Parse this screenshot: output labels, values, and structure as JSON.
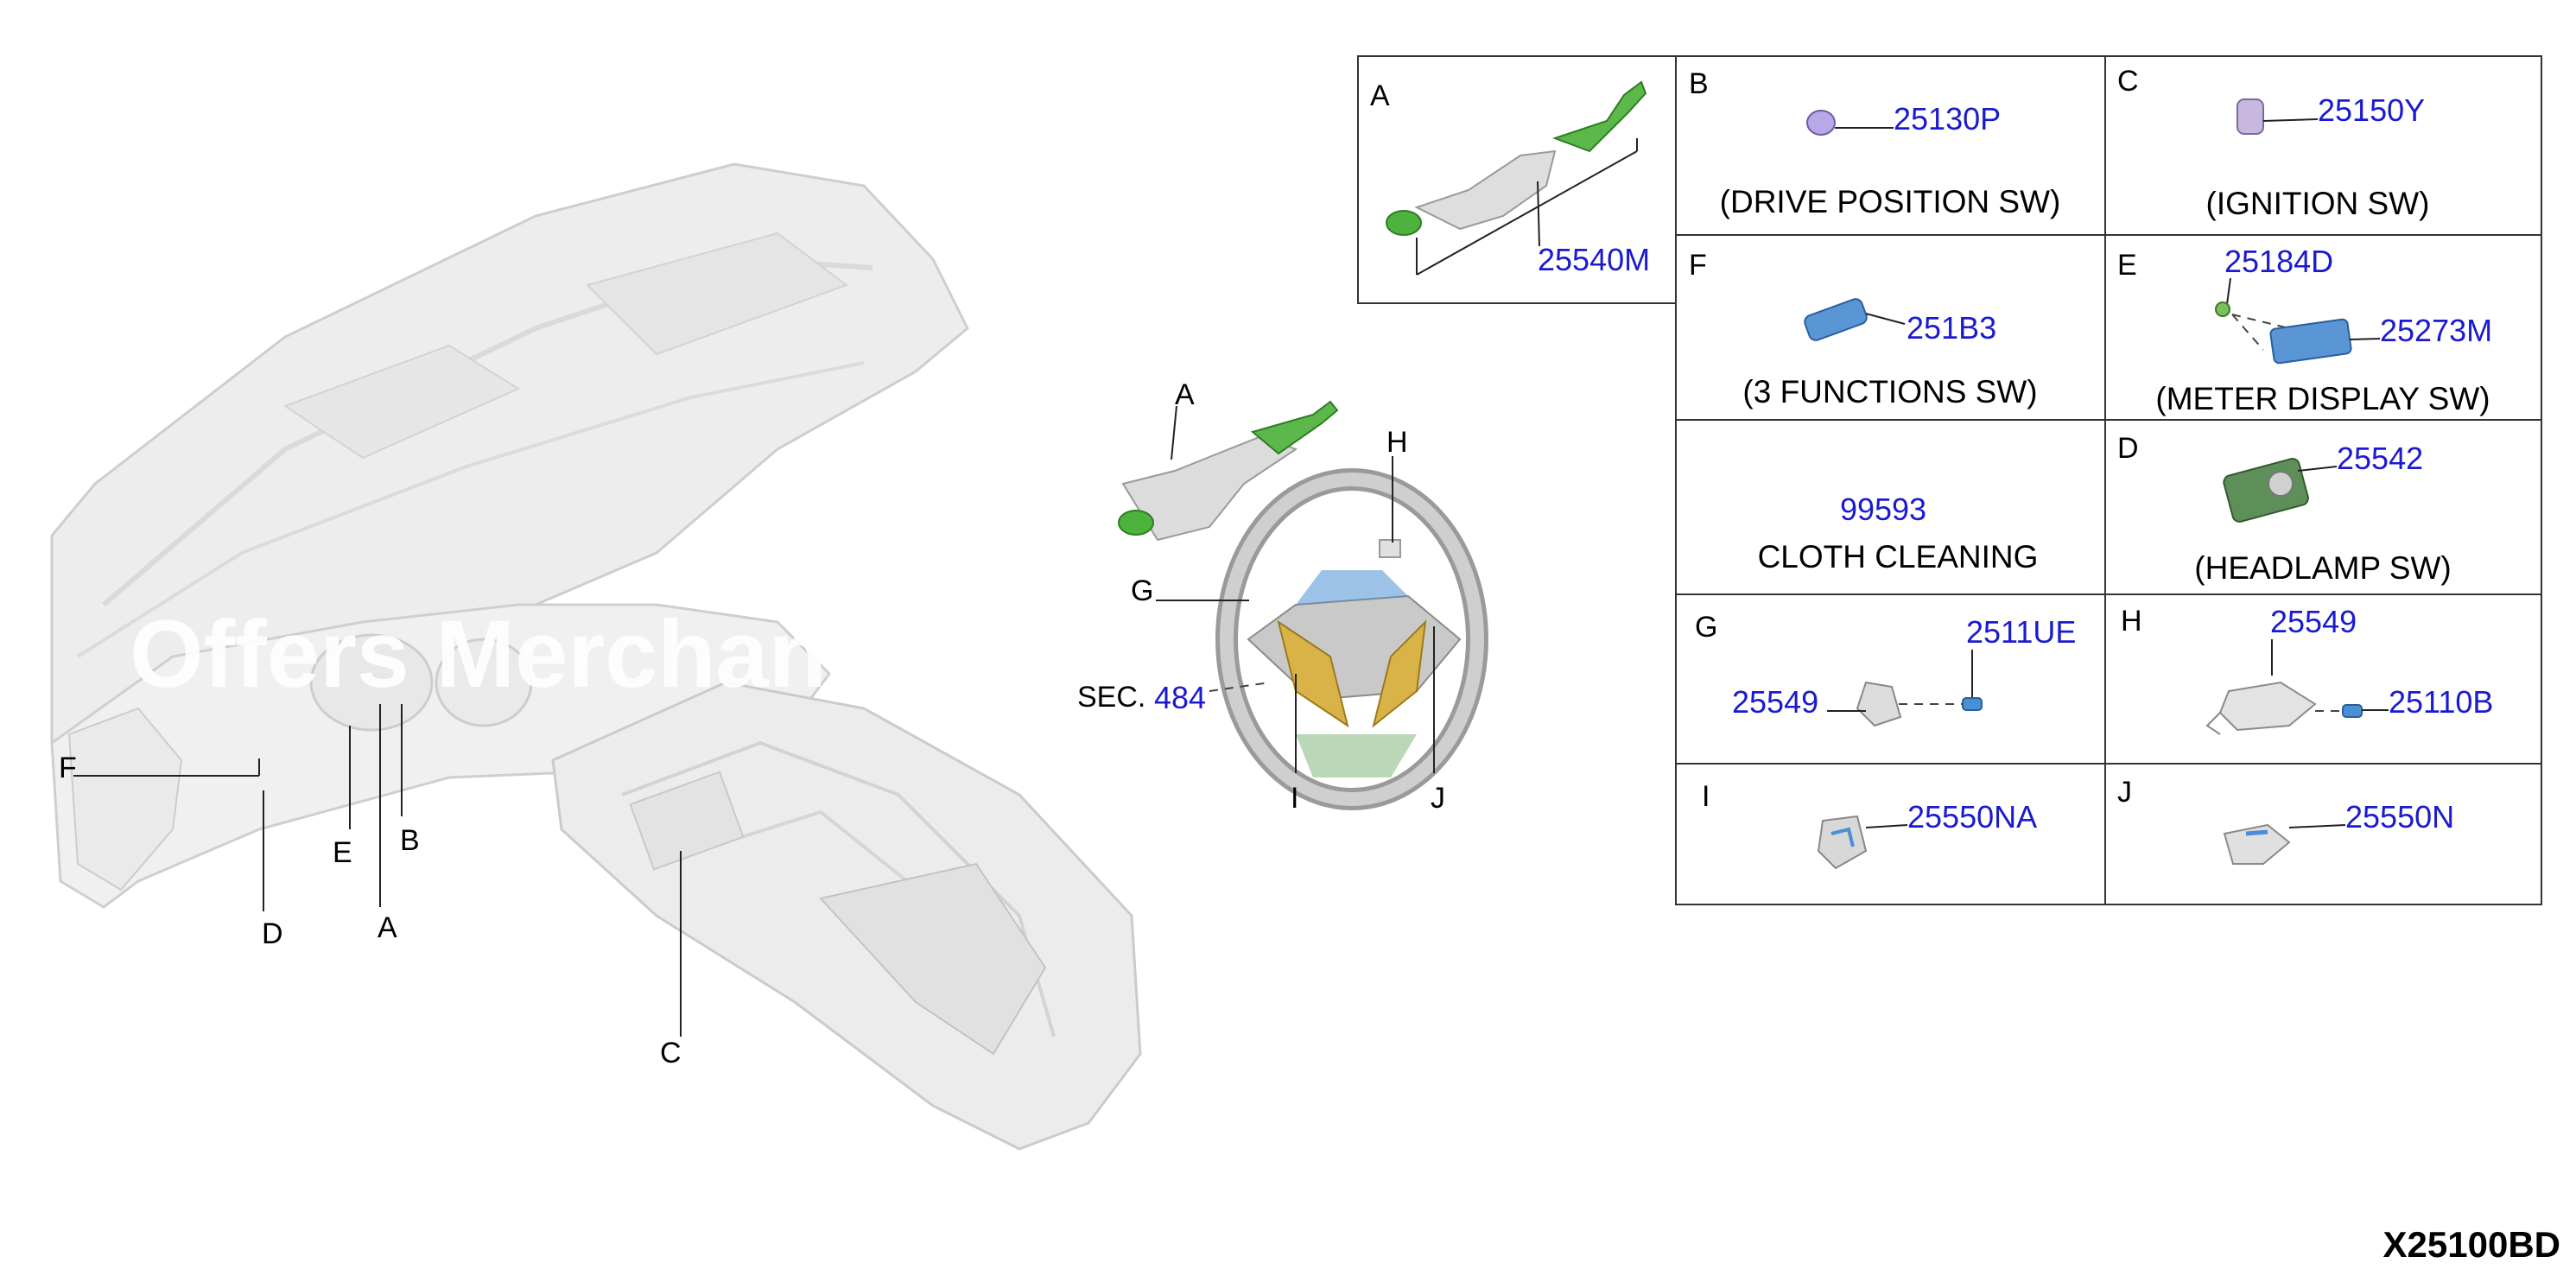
{
  "watermark": "Offers Merchants",
  "dash_labels": {
    "F": "F",
    "E": "E",
    "A": "A",
    "B": "B",
    "D": "D",
    "C": "C"
  },
  "wheel_labels": {
    "A": "A",
    "H": "H",
    "G": "G",
    "I": "I",
    "J": "J"
  },
  "sec": {
    "prefix": "SEC.",
    "number": "484"
  },
  "panels": {
    "A": {
      "letter": "A",
      "part": "25540M"
    },
    "B": {
      "letter": "B",
      "part": "25130P",
      "caption": "(DRIVE POSITION SW)"
    },
    "C": {
      "letter": "C",
      "part": "25150Y",
      "caption": "(IGNITION SW)"
    },
    "F": {
      "letter": "F",
      "part": "251B3",
      "caption": "(3 FUNCTIONS SW)"
    },
    "E": {
      "letter": "E",
      "part1": "25184D",
      "part2": "25273M",
      "caption": "(METER DISPLAY SW)"
    },
    "cloth": {
      "part": "99593",
      "caption": "CLOTH CLEANING"
    },
    "D": {
      "letter": "D",
      "part": "25542",
      "caption": "(HEADLAMP SW)"
    },
    "G": {
      "letter": "G",
      "part1": "2511UE",
      "part2": "25549"
    },
    "H": {
      "letter": "H",
      "part1": "25549",
      "part2": "25110B"
    },
    "I": {
      "letter": "I",
      "part": "25550NA"
    },
    "J": {
      "letter": "J",
      "part": "25550N"
    }
  },
  "diagram_code": "X25100BD",
  "colors": {
    "part_number": "#1a1ad0",
    "switch_green": "#4db33d",
    "connector_blue": "#4a8fd6"
  }
}
